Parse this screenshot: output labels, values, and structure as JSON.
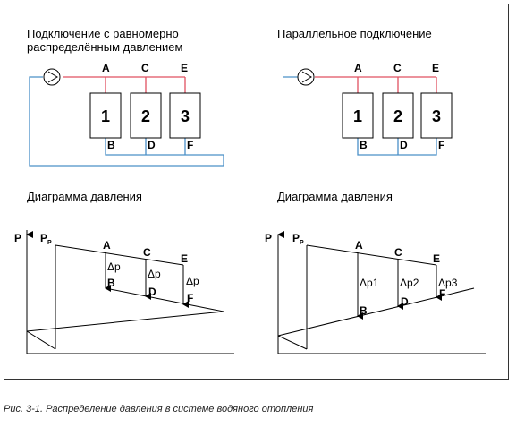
{
  "left": {
    "title_line1": "Подключение с равномерно",
    "title_line2": "распределённым давлением",
    "pressure_title": "Диаграмма давления",
    "labels_top": [
      "A",
      "C",
      "E"
    ],
    "labels_bottom": [
      "B",
      "D",
      "F"
    ],
    "units": [
      "1",
      "2",
      "3"
    ],
    "delta_labels": [
      "Δp",
      "Δp",
      "Δp"
    ]
  },
  "right": {
    "title": "Параллельное подключение",
    "pressure_title": "Диаграмма давления",
    "labels_top": [
      "A",
      "C",
      "E"
    ],
    "labels_bottom": [
      "B",
      "D",
      "F"
    ],
    "units": [
      "1",
      "2",
      "3"
    ],
    "delta_labels": [
      "Δp1",
      "Δp2",
      "Δp3"
    ]
  },
  "axis": {
    "p_label": "P",
    "pp_label": "P",
    "pp_sub": "P"
  },
  "colors": {
    "supply": "#e05060",
    "return": "#4a90c8"
  },
  "caption": "Рис. 3-1. Распределение давления в системе водяного отопления"
}
